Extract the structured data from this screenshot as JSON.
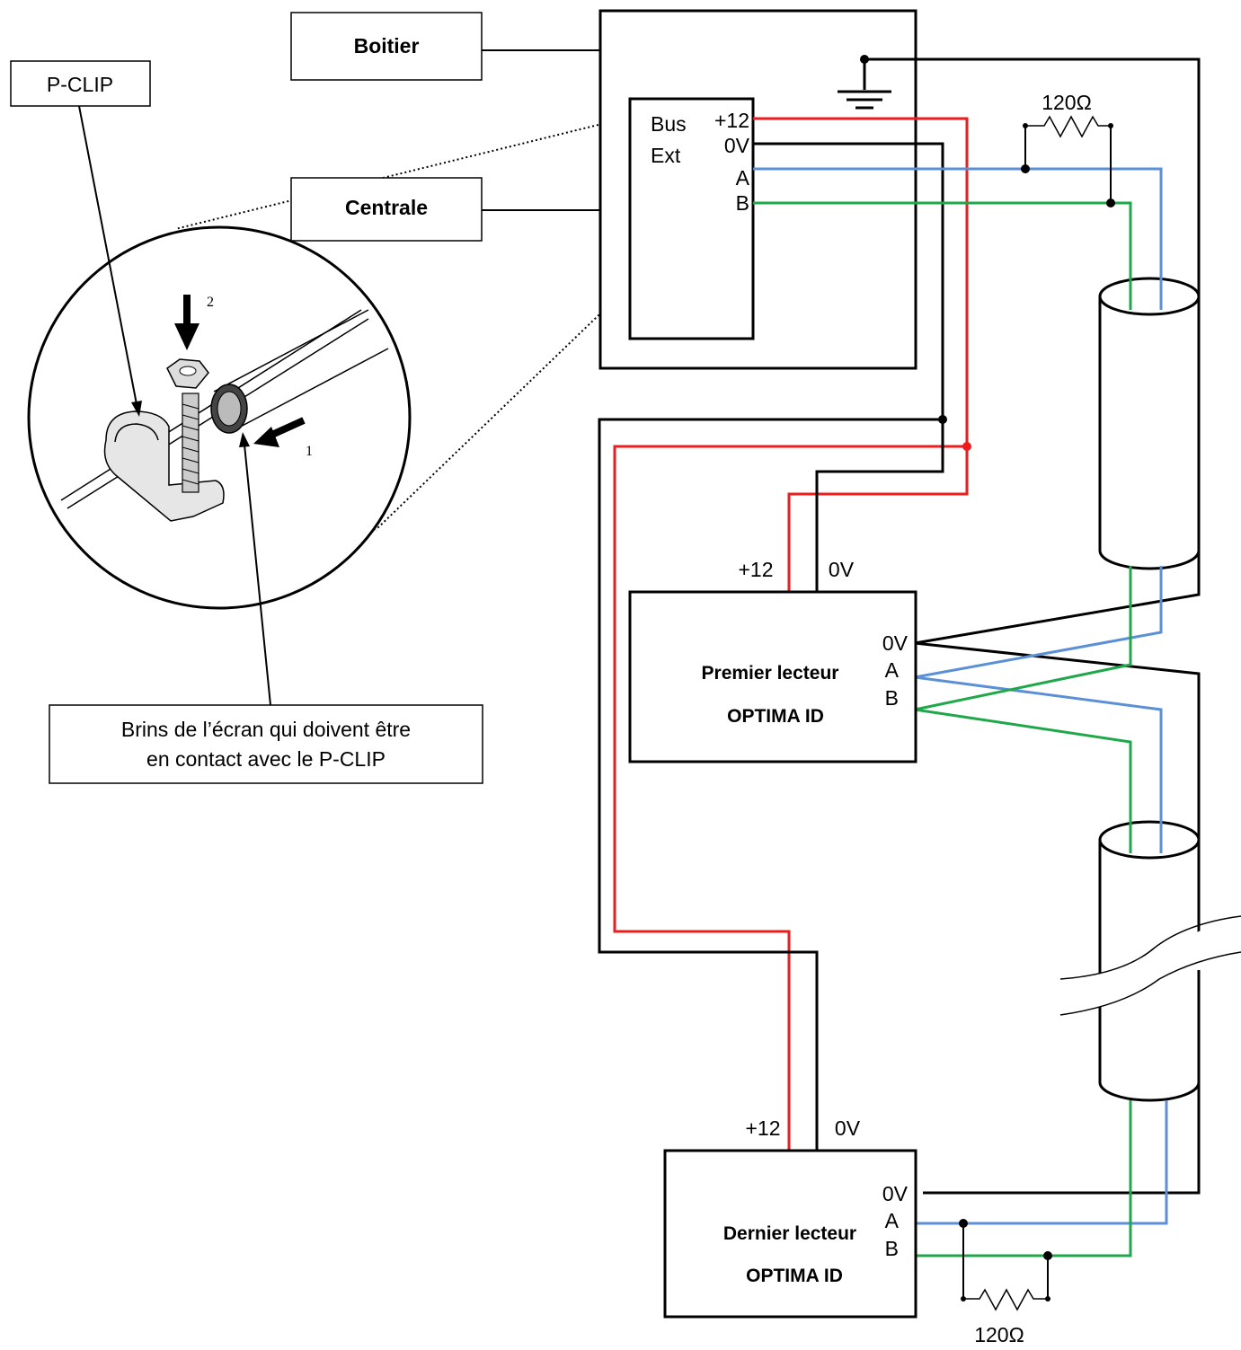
{
  "labels": {
    "boitier": "Boitier",
    "centrale": "Centrale",
    "pclip": "P-CLIP",
    "brins_line1": "Brins de l’écran qui doivent être",
    "brins_line2": "en contact avec le P-CLIP",
    "bus": "Bus",
    "ext": "Ext",
    "central_terms": [
      "+12",
      "0V",
      "A",
      "B"
    ],
    "premier_line1": "Premier lecteur",
    "premier_line2": "OPTIMA ID",
    "dernier_line1": "Dernier lecteur",
    "dernier_line2": "OPTIMA ID",
    "reader_terms": [
      "0V",
      "A",
      "B"
    ],
    "plus12": "+12",
    "zero_v": "0V",
    "resistor": "120Ω",
    "callout_1": "1",
    "callout_2": "2"
  },
  "colors": {
    "power": "#ee1c1c",
    "ground": "#000000",
    "line_a": "#5b8fd6",
    "line_b": "#1fa84a"
  }
}
